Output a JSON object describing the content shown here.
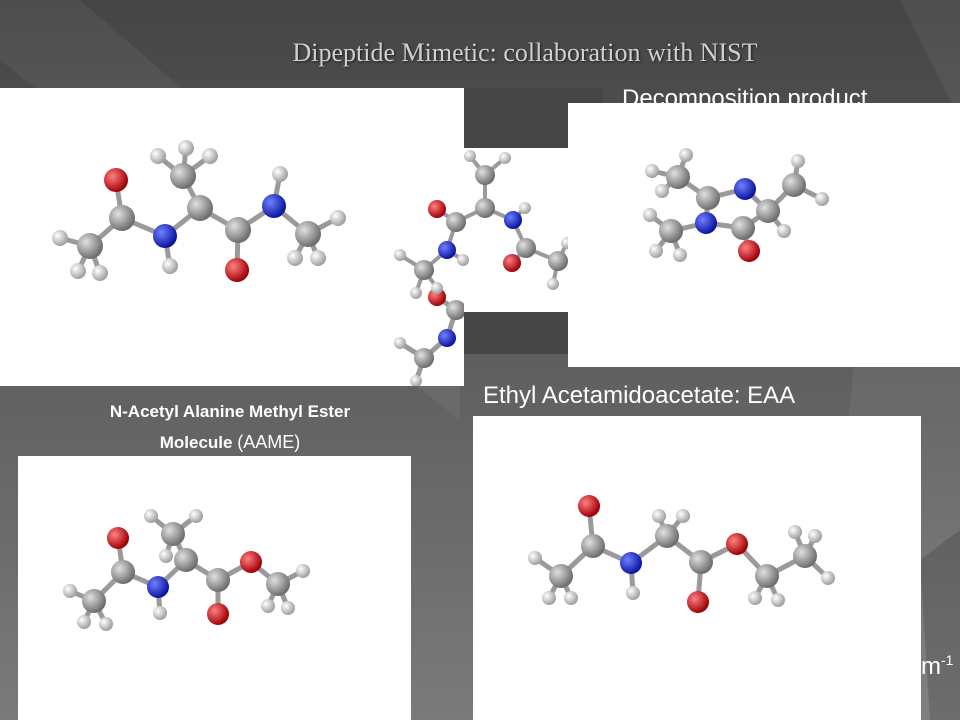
{
  "slide": {
    "title": "Dipeptide Mimetic: collaboration with NIST",
    "partial_top_text": "Decomposition product",
    "partial_mid_text": ";",
    "partial_bottom_right_text": "m",
    "partial_bottom_right_sup": "-1"
  },
  "captions": {
    "aame_bold": "N-Acetyl Alanine Methyl Ester",
    "aame_bold_2": "Molecule",
    "aame_paren": "(AAME)",
    "eaa": "Ethyl Acetamidoacetate: EAA"
  },
  "colors": {
    "carbon": "#8c8c8c",
    "hydrogen": "#e8e8e8",
    "nitrogen": "#1f2fd8",
    "oxygen": "#e0101a",
    "background": "#5c5c5c"
  }
}
